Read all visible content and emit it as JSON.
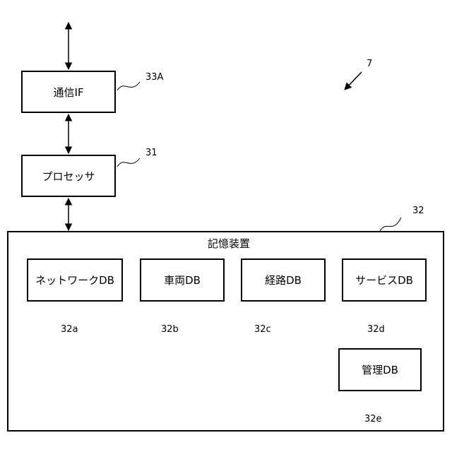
{
  "figure_number": "7",
  "nodes": {
    "comm_if": {
      "text": "通信IF",
      "ref": "33A"
    },
    "processor": {
      "text": "プロセッサ",
      "ref": "31"
    },
    "storage": {
      "text": "記憶装置",
      "ref": "32"
    },
    "network_db": {
      "text": "ネットワークDB",
      "ref": "32a"
    },
    "vehicle_db": {
      "text": "車両DB",
      "ref": "32b"
    },
    "route_db": {
      "text": "経路DB",
      "ref": "32c"
    },
    "service_db": {
      "text": "サービスDB",
      "ref": "32d"
    },
    "management_db": {
      "text": "管理DB",
      "ref": "32e"
    }
  }
}
